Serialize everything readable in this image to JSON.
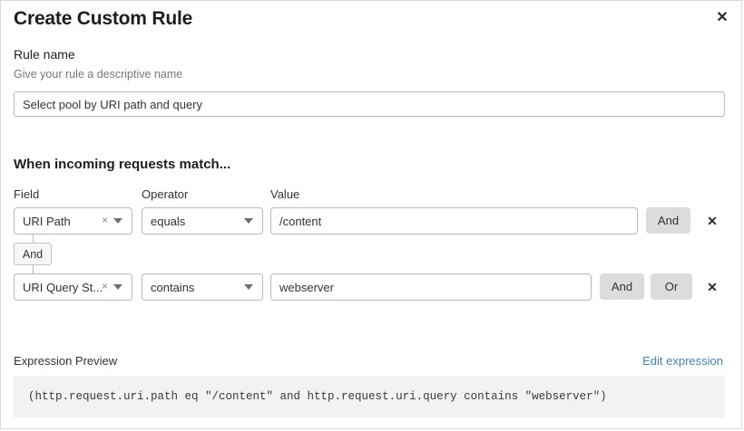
{
  "dialog": {
    "title": "Create Custom Rule",
    "close_icon": "close-icon",
    "close_glyph": "✕"
  },
  "rule_name": {
    "label": "Rule name",
    "hint": "Give your rule a descriptive name",
    "value": "Select pool by URI path and query",
    "placeholder": ""
  },
  "conditions": {
    "heading": "When incoming requests match...",
    "columns": {
      "field": "Field",
      "operator": "Operator",
      "value": "Value"
    },
    "connector_badge": "And",
    "rows": [
      {
        "field": "URI Path",
        "field_clear_glyph": "×",
        "operator": "equals",
        "value": "/content",
        "buttons": [
          "And"
        ],
        "delete_glyph": "✕"
      },
      {
        "field": "URI Query St...",
        "field_clear_glyph": "×",
        "operator": "contains",
        "value": "webserver",
        "buttons": [
          "And",
          "Or"
        ],
        "delete_glyph": "✕"
      }
    ]
  },
  "expression_preview": {
    "label": "Expression Preview",
    "edit_link": "Edit expression",
    "code": "(http.request.uri.path eq \"/content\" and http.request.uri.query contains \"webserver\")"
  },
  "colors": {
    "accent_link": "#4a7fa8",
    "button_gray": "#dcdcdc",
    "preview_bg": "#f2f2f2",
    "border": "#b9b9b9"
  }
}
